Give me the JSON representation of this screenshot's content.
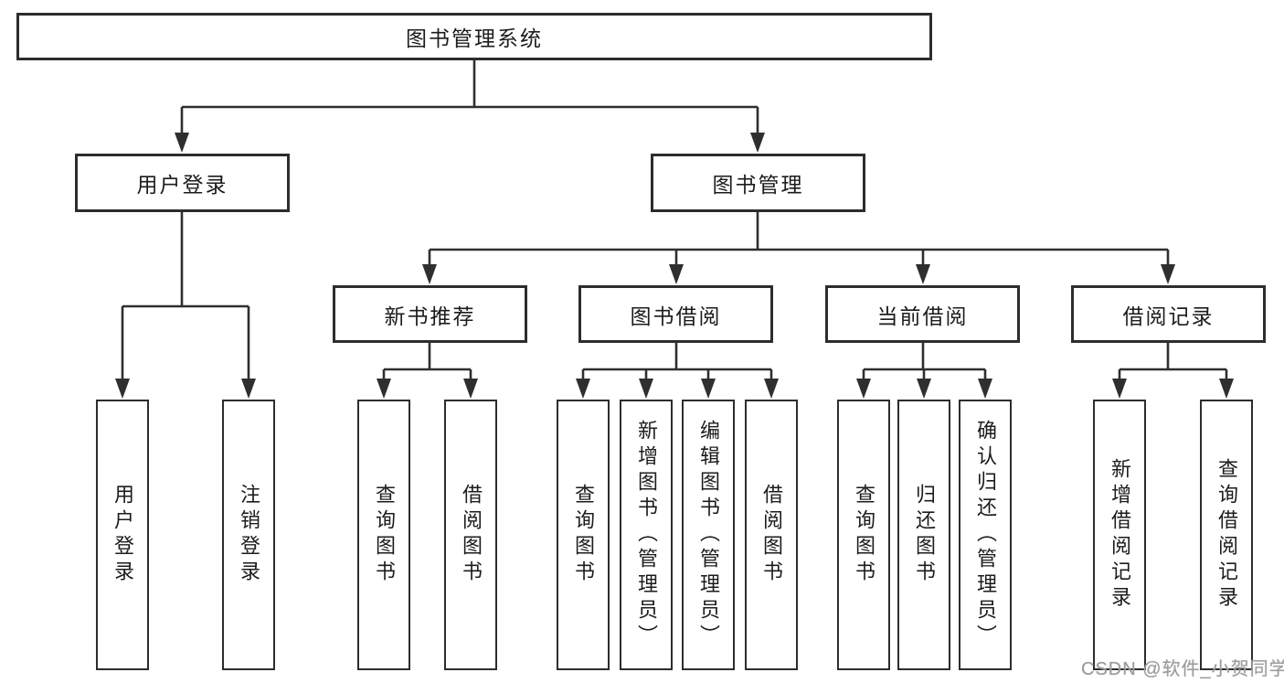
{
  "diagram": {
    "root": {
      "label": "图书管理系统"
    },
    "level2": {
      "user_login": {
        "label": "用户登录"
      },
      "book_mgmt": {
        "label": "图书管理"
      }
    },
    "level3": {
      "new_books": {
        "label": "新书推荐"
      },
      "borrowing": {
        "label": "图书借阅"
      },
      "current": {
        "label": "当前借阅"
      },
      "records": {
        "label": "借阅记录"
      }
    },
    "leaves": {
      "user_login": {
        "label": "用户登录"
      },
      "logout": {
        "label": "注销登录"
      },
      "nb_query": {
        "label": "查询图书"
      },
      "nb_borrow": {
        "label": "借阅图书"
      },
      "bw_query": {
        "label": "查询图书"
      },
      "bw_add": {
        "label": "新增图书（管理员）"
      },
      "bw_edit": {
        "label": "编辑图书（管理员）"
      },
      "bw_borrow": {
        "label": "借阅图书"
      },
      "cu_query": {
        "label": "查询图书"
      },
      "cu_return": {
        "label": "归还图书"
      },
      "cu_confirm": {
        "label": "确认归还（管理员）"
      },
      "rc_add": {
        "label": "新增借阅记录"
      },
      "rc_query": {
        "label": "查询借阅记录"
      }
    },
    "edges": [
      "图书管理系统→用户登录",
      "图书管理系统→图书管理",
      "用户登录→用户登录",
      "用户登录→注销登录",
      "图书管理→新书推荐",
      "图书管理→图书借阅",
      "图书管理→当前借阅",
      "图书管理→借阅记录",
      "新书推荐→查询图书",
      "新书推荐→借阅图书",
      "图书借阅→查询图书",
      "图书借阅→新增图书（管理员）",
      "图书借阅→编辑图书（管理员）",
      "图书借阅→借阅图书",
      "当前借阅→查询图书",
      "当前借阅→归还图书",
      "当前借阅→确认归还（管理员）",
      "借阅记录→新增借阅记录",
      "借阅记录→查询借阅记录"
    ]
  },
  "watermark": "CSDN @软件_小贺同学",
  "colors": {
    "line": "#2f2f2f",
    "border": "#2d2d2d",
    "text": "#1c1c1c",
    "watermark_gray": "#9c9c9c",
    "background": "#ffffff"
  }
}
